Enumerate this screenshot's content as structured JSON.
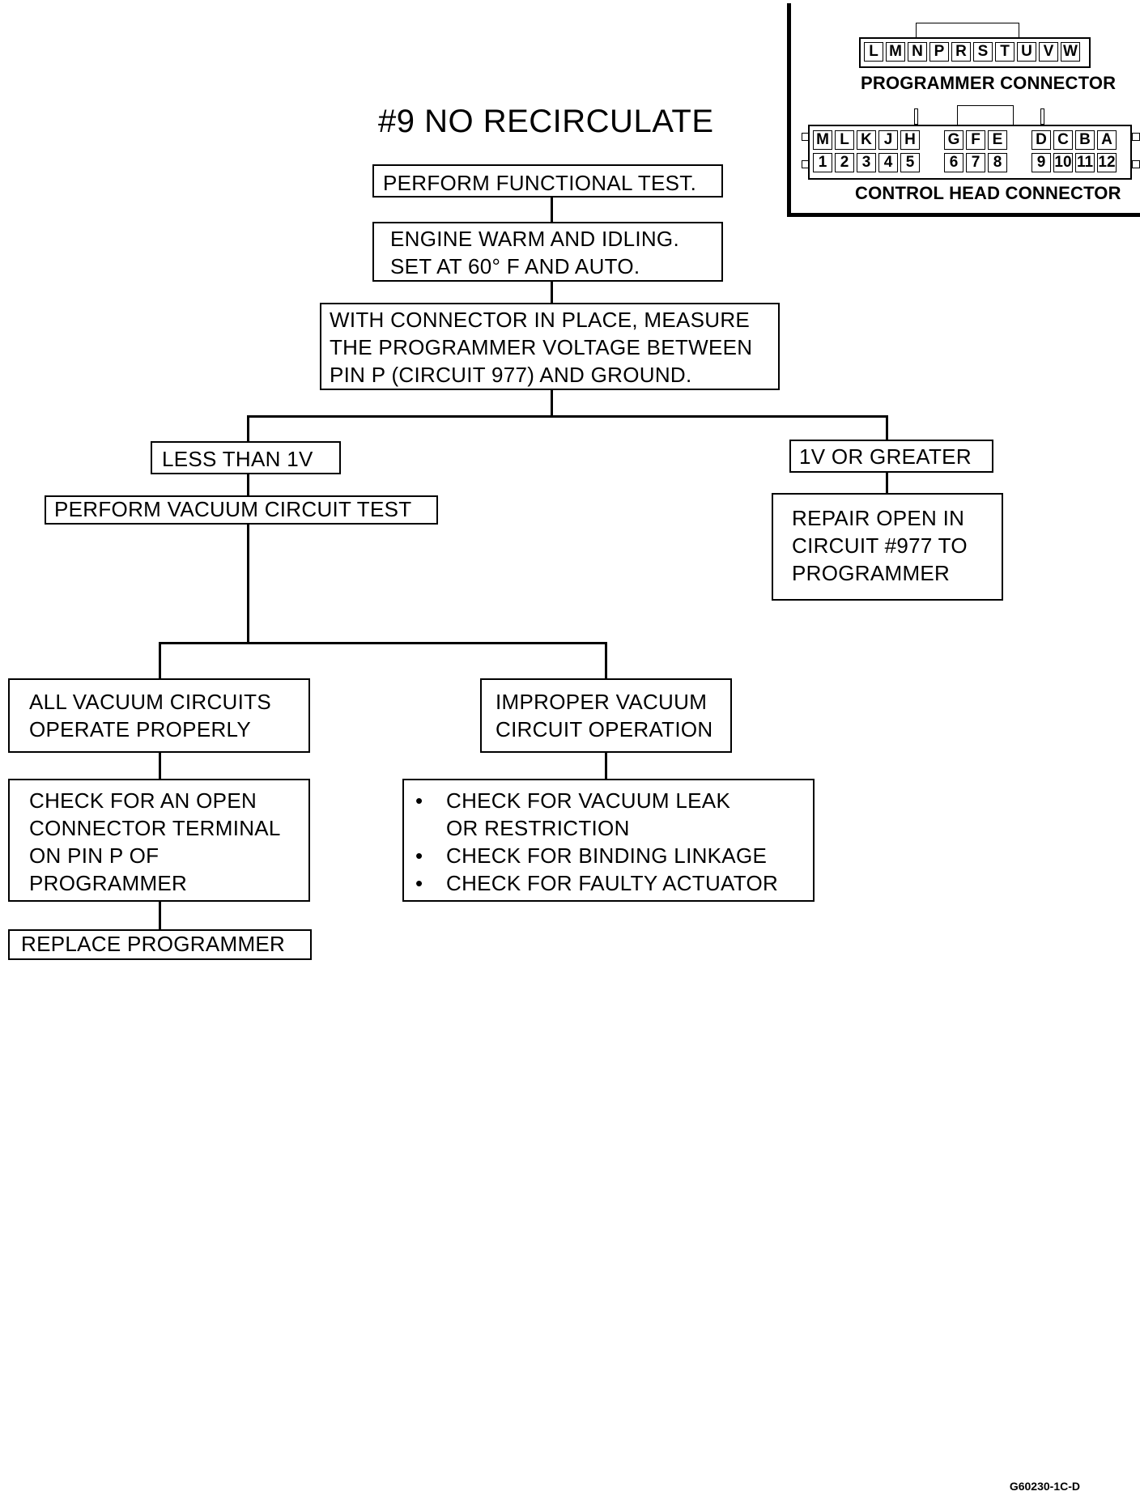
{
  "title": "#9 NO RECIRCULATE",
  "steps": {
    "functional_test": "PERFORM FUNCTIONAL TEST.",
    "engine_warm": [
      "ENGINE WARM AND IDLING.",
      "SET AT 60° F AND AUTO."
    ],
    "measure": [
      "WITH CONNECTOR IN PLACE, MEASURE",
      "THE PROGRAMMER VOLTAGE BETWEEN",
      "PIN P (CIRCUIT 977) AND GROUND."
    ],
    "less_than_1v": "LESS THAN 1V",
    "one_v_or_greater": "1V OR GREATER",
    "vacuum_test": "PERFORM VACUUM CIRCUIT TEST",
    "repair_open": [
      "REPAIR OPEN IN",
      "CIRCUIT #977 TO",
      "PROGRAMMER"
    ],
    "all_ok": [
      "ALL VACUUM CIRCUITS",
      "OPERATE PROPERLY"
    ],
    "improper": [
      "IMPROPER VACUUM",
      "CIRCUIT OPERATION"
    ],
    "check_open": [
      "CHECK FOR AN OPEN",
      "CONNECTOR TERMINAL",
      "ON PIN P OF",
      "PROGRAMMER"
    ],
    "checks": [
      "CHECK FOR VACUUM LEAK",
      "OR RESTRICTION",
      "CHECK FOR BINDING LINKAGE",
      "CHECK FOR FAULTY ACTUATOR"
    ],
    "bullet": "•",
    "replace": "REPLACE  PROGRAMMER"
  },
  "programmer_connector": {
    "label": "PROGRAMMER CONNECTOR",
    "pins": [
      "L",
      "M",
      "N",
      "P",
      "R",
      "S",
      "T",
      "U",
      "V",
      "W"
    ]
  },
  "control_head_connector": {
    "label": "CONTROL HEAD CONNECTOR",
    "letters": [
      "M",
      "L",
      "K",
      "J",
      "H",
      "",
      "G",
      "F",
      "E",
      "",
      "D",
      "C",
      "B",
      "A"
    ],
    "numbers": [
      "1",
      "2",
      "3",
      "4",
      "5",
      "",
      "6",
      "7",
      "8",
      "",
      "9",
      "10",
      "11",
      "12"
    ]
  },
  "footer_code": "G60230-1C-D"
}
